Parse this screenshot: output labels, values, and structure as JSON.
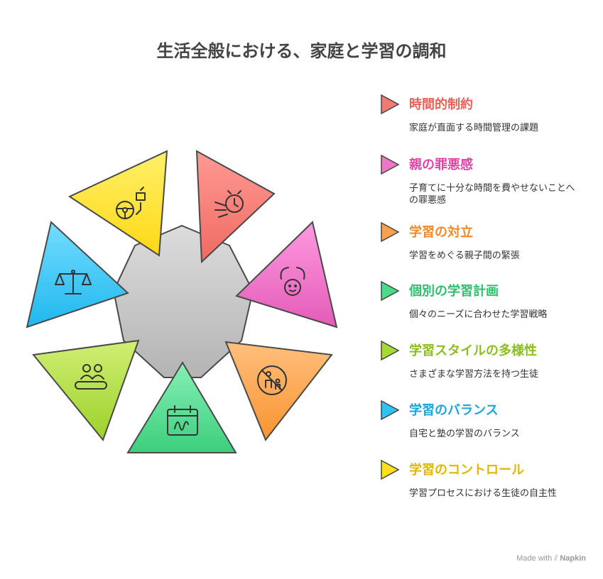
{
  "title": "生活全般における、家庭と学習の調和",
  "items": [
    {
      "title": "時間的制約",
      "desc": "家庭が直面する時間管理の課題",
      "color": "#e8615a",
      "fill": "#f27a74",
      "icon": "clock-hand-icon"
    },
    {
      "title": "親の罪悪感",
      "desc": "子育てに十分な時間を費やせないことへの罪悪感",
      "color": "#e046a8",
      "fill": "#f175c5",
      "icon": "child-care-icon"
    },
    {
      "title": "学習の対立",
      "desc": "学習をめぐる親子間の緊張",
      "color": "#f08a2a",
      "fill": "#fba04c",
      "icon": "no-parent-child-icon"
    },
    {
      "title": "個別の学習計画",
      "desc": "個々のニーズに合わせた学習戦略",
      "color": "#2fbf6e",
      "fill": "#4ed88a",
      "icon": "calendar-signature-icon"
    },
    {
      "title": "学習スタイルの多様性",
      "desc": "さまざまな学習方法を持つ生徒",
      "color": "#8bbf1f",
      "fill": "#a6d936",
      "icon": "group-bench-icon"
    },
    {
      "title": "学習のバランス",
      "desc": "自宅と塾の学習のバランス",
      "color": "#1aa6d9",
      "fill": "#2ec3f2",
      "icon": "balance-scale-icon"
    },
    {
      "title": "学習のコントロール",
      "desc": "学習プロセスにおける生徒の自主性",
      "color": "#e0b800",
      "fill": "#ffe01a",
      "icon": "steering-wheel-icon"
    }
  ],
  "footer": {
    "made_with": "Made with",
    "brand": "Napkin"
  }
}
